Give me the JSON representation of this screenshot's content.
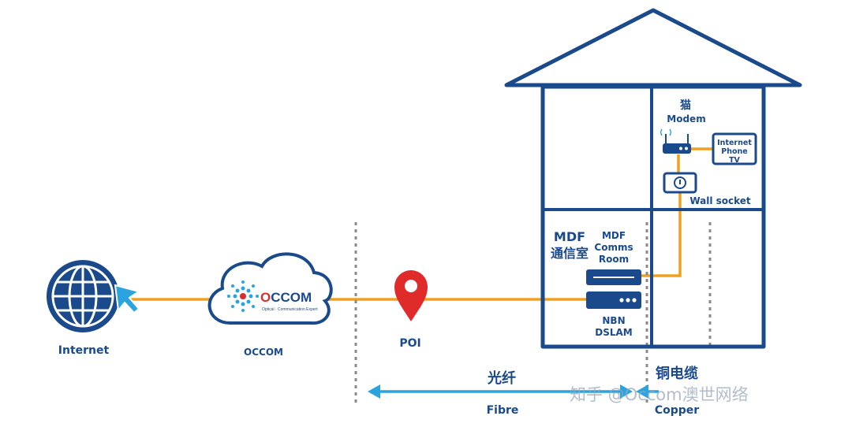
{
  "labels": {
    "internet": "Internet",
    "occom": "OCCOM",
    "poi": "POI",
    "mdf_en": "MDF",
    "mdf_cn": "通信室",
    "mdf_comms_1": "MDF",
    "mdf_comms_2": "Comms",
    "mdf_comms_3": "Room",
    "nbn_1": "NBN",
    "nbn_2": "DSLAM",
    "modem_cn": "猫",
    "modem_en": "Modem",
    "services_1": "Internet",
    "services_2": "Phone",
    "services_3": "TV",
    "wall_socket": "Wall socket",
    "fibre_cn": "光纤",
    "fibre_en": "Fibre",
    "copper_cn": "铜电缆",
    "copper_en": "Copper"
  },
  "logo": {
    "brand_o": "O",
    "brand_rest": "CCOM",
    "tagline": "Optical · Communication Expert"
  },
  "watermark": "知乎 @Occom澳世网络",
  "colors": {
    "navy": "#1a4a8c",
    "orange": "#f0a020",
    "cyan": "#2ba3de",
    "red": "#e02b2b",
    "grey": "#888888"
  }
}
